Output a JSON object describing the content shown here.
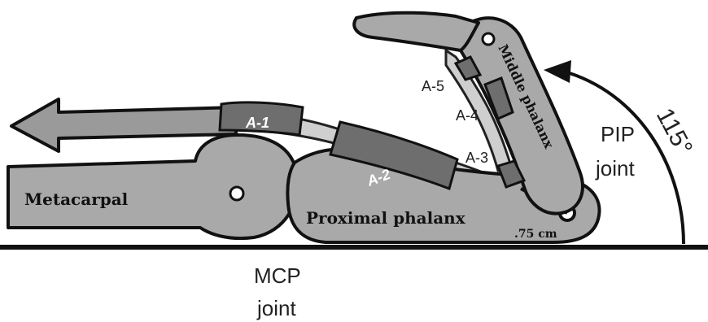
{
  "labels": {
    "metacarpal": "Metacarpal",
    "proximal_phalanx": "Proximal phalanx",
    "middle_phalanx": "Middle phalanx",
    "pulley_a1": "A-1",
    "pulley_a2": "A-2",
    "pulley_a3": "A-3",
    "pulley_a4": "A-4",
    "pulley_a5": "A-5",
    "moment_arm": ".75 cm",
    "pip_joint_line1": "PIP",
    "pip_joint_line2": "joint",
    "mcp_joint_line1": "MCP",
    "mcp_joint_line2": "joint",
    "angle": "115°"
  }
}
